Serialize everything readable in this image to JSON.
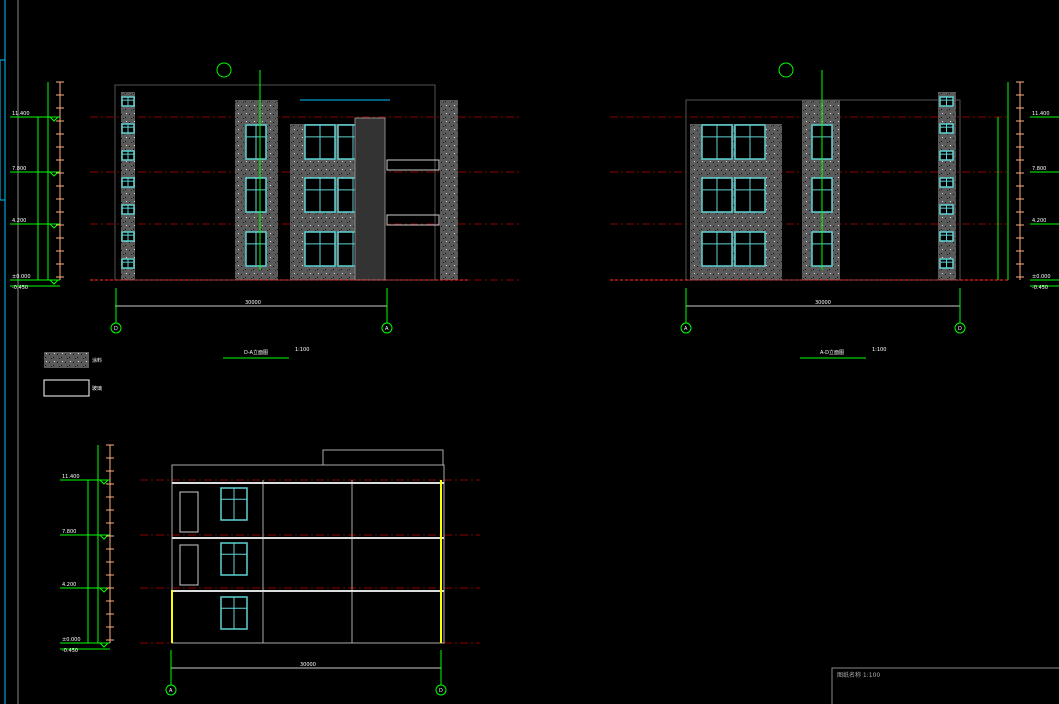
{
  "drawing": {
    "elevation_left": {
      "title": "D-A立面图",
      "scale": "1:100",
      "axis_start": "D",
      "axis_end": "A",
      "total_width": "30000"
    },
    "elevation_right": {
      "title": "A-D立面图",
      "scale": "1:100",
      "axis_start": "A",
      "axis_end": "D",
      "total_width": "30000"
    },
    "section": {
      "axis_start": "A",
      "axis_end": "D",
      "total_width": "30000"
    },
    "levels": [
      "11.400",
      "7.800",
      "4.200",
      "±0.000",
      "-0.450"
    ],
    "legend": [
      {
        "label": "涂料"
      },
      {
        "label": "玻璃"
      }
    ],
    "title_block": {
      "text": "图纸名称 1:100"
    }
  },
  "colors": {
    "background": "#000000",
    "wall": "#5a5a5a",
    "window": "#5fd3d3",
    "dimension": "#00ff00",
    "floor_line": "#8b0000",
    "tick": "#ffb080"
  }
}
